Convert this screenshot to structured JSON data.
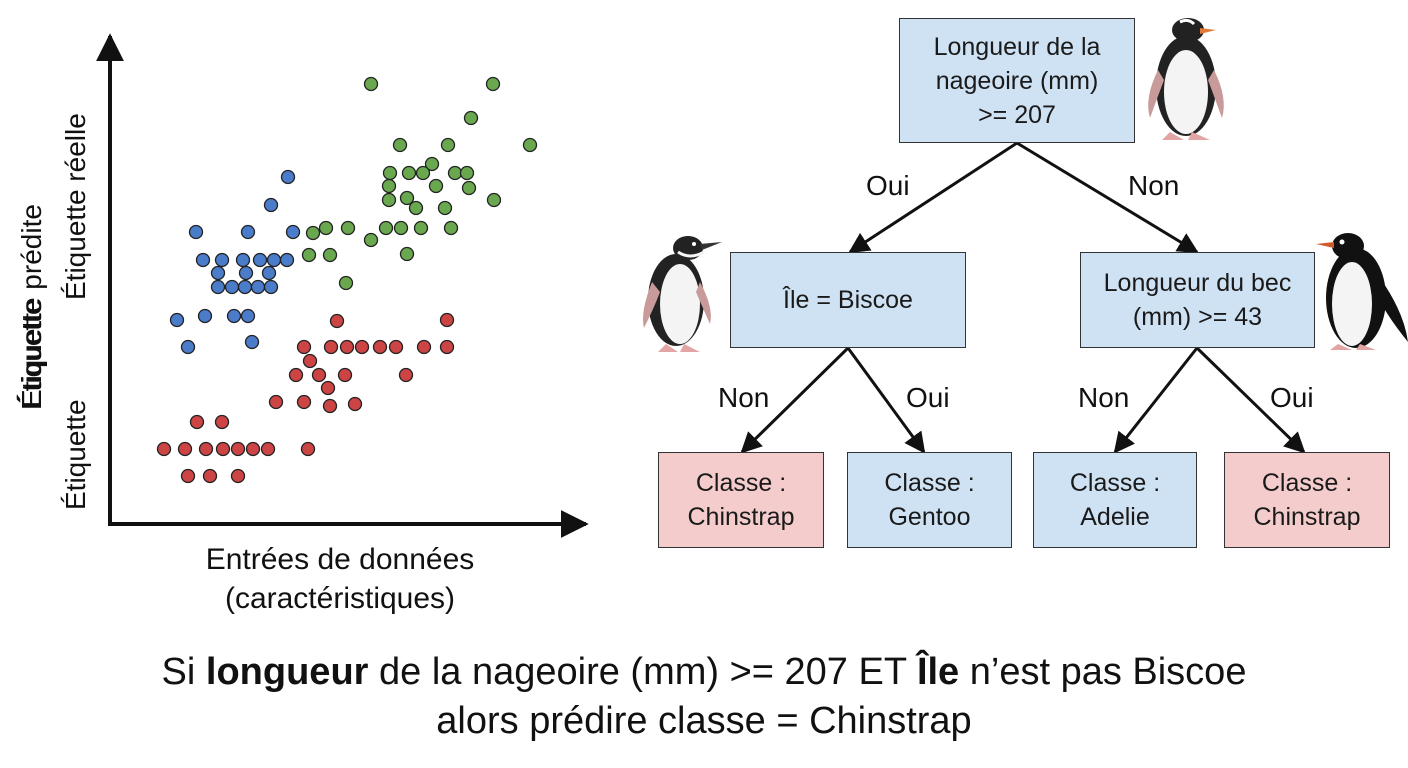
{
  "scatter": {
    "ylabel_lines": [
      "Étiquette",
      "Étiquette prédite",
      "Étiquette réelle"
    ],
    "xlabel_lines": [
      "Entrées de données",
      "(caractéristiques)"
    ],
    "colors": {
      "blue": "#4a7cc9",
      "green": "#6aa84f",
      "red": "#cc4444"
    }
  },
  "tree": {
    "root": {
      "lines": [
        "Longueur de la",
        "nageoire (mm)",
        ">= 207"
      ]
    },
    "left": {
      "lines": [
        "Île = Biscoe"
      ]
    },
    "right": {
      "lines": [
        "Longueur du bec",
        "(mm) >= 43"
      ]
    },
    "leaves": [
      {
        "lines": [
          "Classe :",
          "Chinstrap"
        ],
        "color": "#f4cccc"
      },
      {
        "lines": [
          "Classe :",
          "Gentoo"
        ],
        "color": "#cfe2f3"
      },
      {
        "lines": [
          "Classe :",
          "Adelie"
        ],
        "color": "#cfe2f3"
      },
      {
        "lines": [
          "Classe :",
          "Chinstrap"
        ],
        "color": "#f4cccc"
      }
    ],
    "edges": {
      "root_left": "Oui",
      "root_right": "Non",
      "left_left": "Non",
      "left_right": "Oui",
      "right_left": "Non",
      "right_right": "Oui"
    },
    "icons": [
      "chinstrap-penguin-icon",
      "gentoo-penguin-icon",
      "adelie-penguin-icon"
    ]
  },
  "rule": {
    "line1_pre": "Si ",
    "line1_bold1": "longueur",
    "line1_mid": " de la nageoire (mm) >= 207 ET ",
    "line1_bold2": "Île",
    "line1_post": " n’est pas Biscoe",
    "line2": "alors prédire classe = Chinstrap"
  }
}
